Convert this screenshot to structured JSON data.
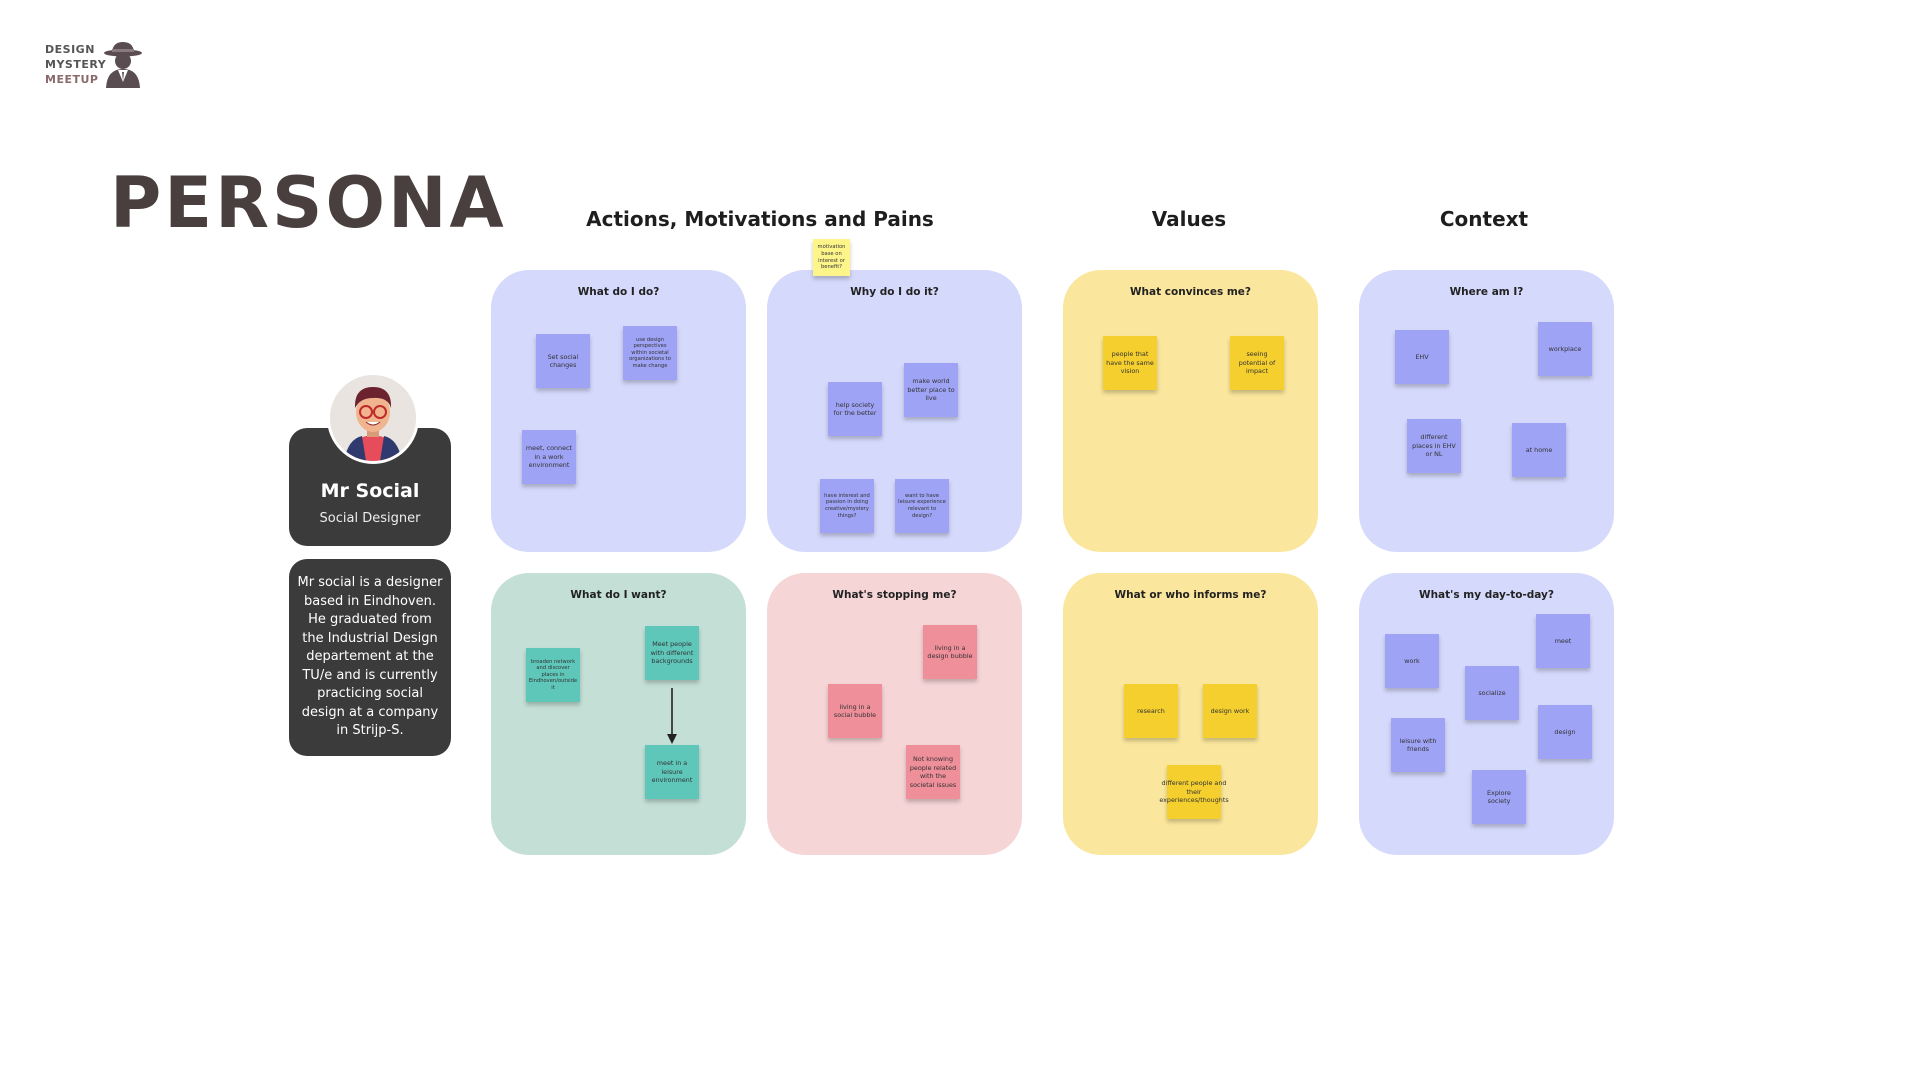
{
  "logo": {
    "lines": [
      "DESIGN",
      "MYSTERY",
      "MEETUP"
    ],
    "icon": "detective-icon"
  },
  "page_title": "PERSONA",
  "sections": {
    "actions": "Actions, Motivations and Pains",
    "values": "Values",
    "context": "Context"
  },
  "persona": {
    "name": "Mr Social",
    "role": "Social Designer",
    "bio": "Mr social is a designer based in Eindhoven. He graduated from the Industrial Design departement at the TU/e and is currently practicing social design at a company in Strijp-S."
  },
  "boards": {
    "what_do_i_do": {
      "title": "What do I do?",
      "notes": [
        "Set social changes",
        "use design perspectives within societal organizations to make change",
        "meet, connect in a work environment"
      ]
    },
    "why_do_i_do_it": {
      "title": "Why do I do it?",
      "top_note": "motivation base on interest or benefit?",
      "notes": [
        "help society for the better",
        "make world better place to live",
        "have interest and passion in doing creative/mystery things?",
        "want to have leisure experience relevant to design?"
      ]
    },
    "what_convinces_me": {
      "title": "What convinces me?",
      "notes": [
        "people that have the same vision",
        "seeing potential of impact"
      ]
    },
    "where_am_i": {
      "title": "Where am I?",
      "notes": [
        "EHV",
        "workplace",
        "different places in EHV or NL",
        "at home"
      ]
    },
    "what_do_i_want": {
      "title": "What do I want?",
      "notes": [
        "broaden network and discover places in Eindhoven/outside it",
        "Meet people with different backgrounds",
        "meet in a leisure environment"
      ]
    },
    "whats_stopping_me": {
      "title": "What's stopping me?",
      "notes": [
        "living in a design bubble",
        "living in a social bubble",
        "Not knowing people related with the societal issues"
      ]
    },
    "what_informs_me": {
      "title": "What or who informs me?",
      "notes": [
        "research",
        "design work",
        "different people and their experiences/thoughts"
      ]
    },
    "day_to_day": {
      "title": "What's my day-to-day?",
      "notes": [
        "work",
        "meet",
        "socialize",
        "leisure with friends",
        "design",
        "Explore society"
      ]
    }
  },
  "colors": {
    "board_blue": "#d5d9fb",
    "board_yellow": "#fae69c",
    "board_green": "#c3dfd6",
    "board_pink": "#f6d5d7",
    "sticky_blue": "#9ea3f5",
    "sticky_yellow": "#f4cf2e",
    "sticky_green": "#5ec7ba",
    "sticky_pink": "#ee8f9a",
    "card_dark": "#3b3b3b"
  }
}
